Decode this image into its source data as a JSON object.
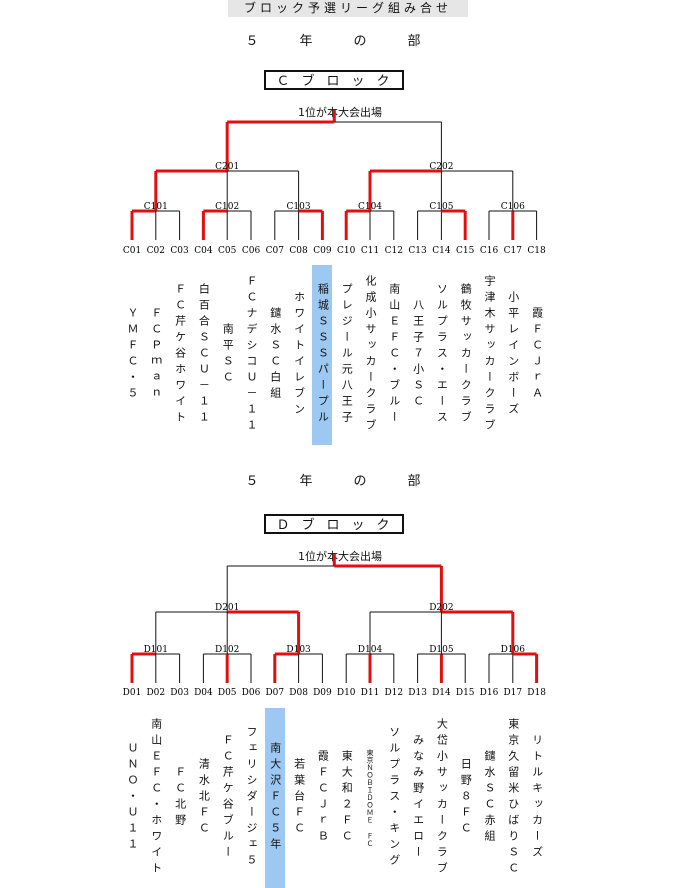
{
  "header": {
    "title": "ブロック予選リーグ組み合せ"
  },
  "blocks": [
    {
      "id": "C",
      "grade_title": "５　年　の　部",
      "block_label": "Ｃブロック",
      "winner_label": "1位が本大会出場",
      "semis": [
        "C201",
        "C202"
      ],
      "groups": [
        "C101",
        "C102",
        "C103",
        "C104",
        "C105",
        "C106"
      ],
      "codes": [
        "C01",
        "C02",
        "C03",
        "C04",
        "C05",
        "C06",
        "C07",
        "C08",
        "C09",
        "C10",
        "C11",
        "C12",
        "C13",
        "C14",
        "C15",
        "C16",
        "C17",
        "C18"
      ],
      "teams": [
        "ＹＭＦＣ・５",
        "ＦＣＰｍａｎ",
        "ＦＣ芹ケ谷ホワイト",
        "白百合ＳＣＵ－１１",
        "南平ＳＣ",
        "ＦＣナデシコＵ－１１",
        "鑓水ＳＣ白組",
        "ホワイトイレブン",
        "稲城ＳＳＳパープル",
        "プレジール元八王子",
        "化成小サッカークラブ",
        "南山ＥＦＣ・ブルー",
        "八王子７小ＳＣ",
        "ソルプラス・エース",
        "鶴牧サッカークラブ",
        "宇津木サッカークラブ",
        "小平レインボーズ",
        "霞ＦＣＪｒＡ"
      ],
      "highlight_team": 8,
      "red": {
        "final": [
          0
        ],
        "semis": [
          [
            1,
            0
          ],
          [
            1,
            0
          ]
        ],
        "groups": [
          [
            1,
            0,
            0
          ],
          [
            1,
            0,
            0
          ],
          [
            0,
            0,
            1
          ],
          [
            1,
            0,
            0
          ],
          [
            0,
            0,
            1
          ],
          [
            0,
            1,
            0
          ]
        ]
      }
    },
    {
      "id": "D",
      "grade_title": "５　年　の　部",
      "block_label": "Ｄブロック",
      "winner_label": "1位が本大会出場",
      "semis": [
        "D201",
        "D202"
      ],
      "groups": [
        "D101",
        "D102",
        "D103",
        "D104",
        "D105",
        "D106"
      ],
      "codes": [
        "D01",
        "D02",
        "D03",
        "D04",
        "D05",
        "D06",
        "D07",
        "D08",
        "D09",
        "D10",
        "D11",
        "D12",
        "D13",
        "D14",
        "D15",
        "D16",
        "D17",
        "D18"
      ],
      "teams": [
        "ＵＮＯ・Ｕ１１",
        "南山ＥＦＣ・ホワイト",
        "ＦＣ北野",
        "清水北ＦＣ",
        "ＦＣ芹ケ谷ブルー",
        "フェリシダージェ５",
        "南大沢ＦＣ５年",
        "若葉台ＦＣ",
        "霞ＦＣＪｒＢ",
        "東大和２ＦＣ",
        "東京ＮＯＢＩＤＯＭＥ ＦＣ",
        "ソルプラス・キング",
        "みなみ野イエロー",
        "大岱小サッカークラブ",
        "日野８ＦＣ",
        "鑓水ＳＣ赤組",
        "東京久留米ひばりＳＣ",
        "リトルキッカーズ"
      ],
      "highlight_team": 6,
      "small_team": 10,
      "red": {
        "final": [
          1
        ],
        "semis": [
          [
            0,
            1
          ],
          [
            0,
            1
          ]
        ],
        "groups": [
          [
            1,
            0,
            0
          ],
          [
            0,
            1,
            0
          ],
          [
            1,
            0,
            0
          ],
          [
            0,
            1,
            0
          ],
          [
            0,
            1,
            0
          ],
          [
            0,
            0,
            1
          ]
        ]
      }
    }
  ]
}
